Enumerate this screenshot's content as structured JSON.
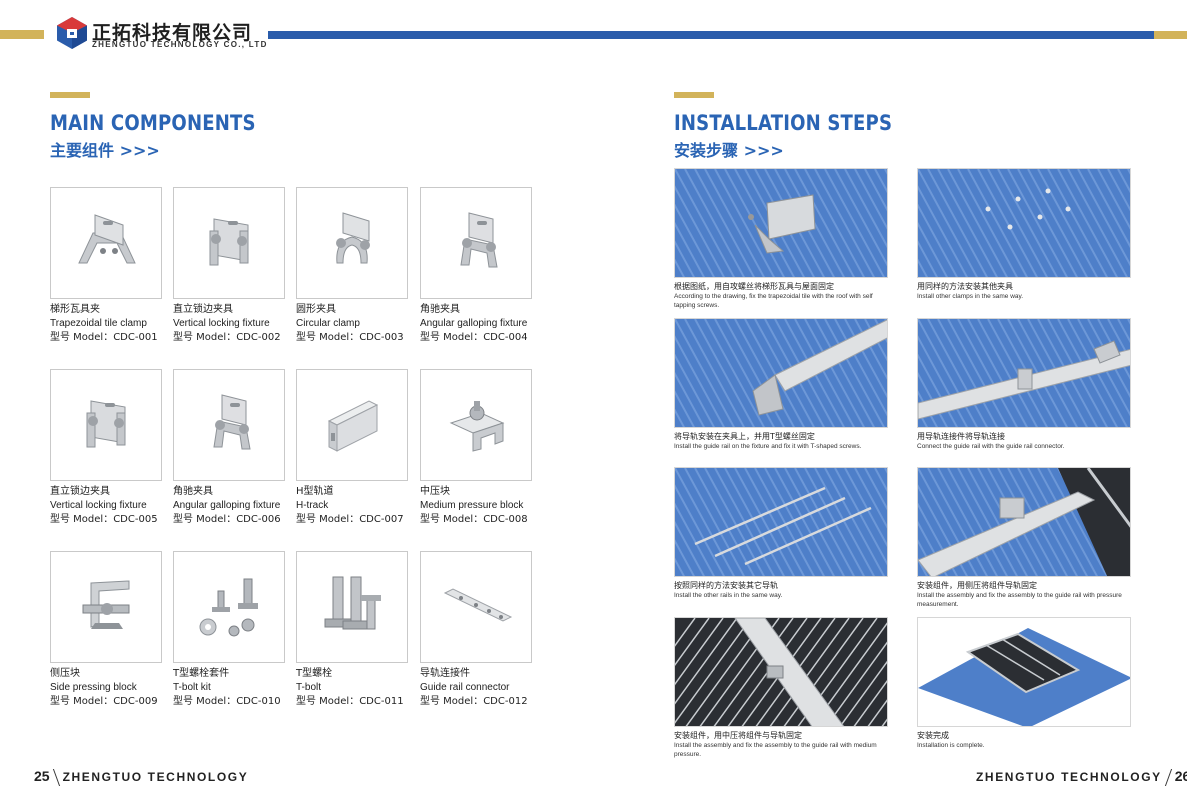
{
  "header": {
    "brand_cn": "正拓科技有限公司",
    "brand_en": "ZHENGTUO TECHNOLOGY CO., LTD",
    "accent_blue": "#2a5cab",
    "accent_gold": "#d2b35a"
  },
  "left": {
    "title": "MAIN COMPONENTS",
    "subtitle": "主要组件 >>>",
    "components": [
      {
        "cn": "梯形瓦具夹",
        "en": "Trapezoidal tile clamp",
        "model": "型号 Model：CDC-001",
        "icon": "trapezoid-clamp-icon"
      },
      {
        "cn": "直立锁边夹具",
        "en": "Vertical locking fixture",
        "model": "型号 Model：CDC-002",
        "icon": "vertical-lock-icon"
      },
      {
        "cn": "圆形夹具",
        "en": "Circular clamp",
        "model": "型号 Model：CDC-003",
        "icon": "circular-clamp-icon"
      },
      {
        "cn": "角驰夹具",
        "en": "Angular galloping fixture",
        "model": "型号 Model：CDC-004",
        "icon": "angular-fixture-icon"
      },
      {
        "cn": "直立锁边夹具",
        "en": "Vertical locking fixture",
        "model": "型号 Model：CDC-005",
        "icon": "vertical-lock-icon"
      },
      {
        "cn": "角驰夹具",
        "en": "Angular galloping fixture",
        "model": "型号 Model：CDC-006",
        "icon": "angular-fixture-icon"
      },
      {
        "cn": "H型轨道",
        "en": "H-track",
        "model": "型号 Model：CDC-007",
        "icon": "h-track-icon"
      },
      {
        "cn": "中压块",
        "en": "Medium pressure block",
        "model": "型号 Model：CDC-008",
        "icon": "mid-clamp-icon"
      },
      {
        "cn": "侧压块",
        "en": "Side pressing block",
        "model": "型号 Model：CDC-009",
        "icon": "end-clamp-icon"
      },
      {
        "cn": "T型螺栓套件",
        "en": "T-bolt kit",
        "model": "型号 Model：CDC-010",
        "icon": "t-bolt-kit-icon"
      },
      {
        "cn": "T型螺栓",
        "en": "T-bolt",
        "model": "型号 Model：CDC-011",
        "icon": "t-bolt-icon"
      },
      {
        "cn": "导轨连接件",
        "en": "Guide rail connector",
        "model": "型号 Model：CDC-012",
        "icon": "rail-connector-icon"
      }
    ]
  },
  "right": {
    "title": "INSTALLATION STEPS",
    "subtitle": "安装步骤 >>>",
    "steps": [
      {
        "cn": "根据图纸，用自攻螺丝将梯形瓦具与屋面固定",
        "en": "According to the drawing, fix the trapezoidal tile with the roof with self tapping screws."
      },
      {
        "cn": "用同样的方法安装其他夹具",
        "en": "Install other clamps in the same way."
      },
      {
        "cn": "将导轨安装在夹具上，并用T型螺丝固定",
        "en": "Install the guide rail on the fixture and fix it with T-shaped screws."
      },
      {
        "cn": "用导轨连接件将导轨连接",
        "en": "Connect the guide rail with the guide rail connector."
      },
      {
        "cn": "按照同样的方法安装其它导轨",
        "en": "Install the other rails in the same way."
      },
      {
        "cn": "安装组件，用侧压将组件导轨固定",
        "en": "Install the assembly and fix the assembly to the guide rail with pressure measurement."
      },
      {
        "cn": "安装组件，用中压将组件与导轨固定",
        "en": "Install the assembly and fix the assembly to the guide rail with medium pressure."
      },
      {
        "cn": "安装完成",
        "en": "Installation is complete."
      }
    ]
  },
  "footer": {
    "left_num": "25",
    "left_text": "ZHENGTUO TECHNOLOGY",
    "right_text": "ZHENGTUO TECHNOLOGY",
    "right_num": "26"
  }
}
